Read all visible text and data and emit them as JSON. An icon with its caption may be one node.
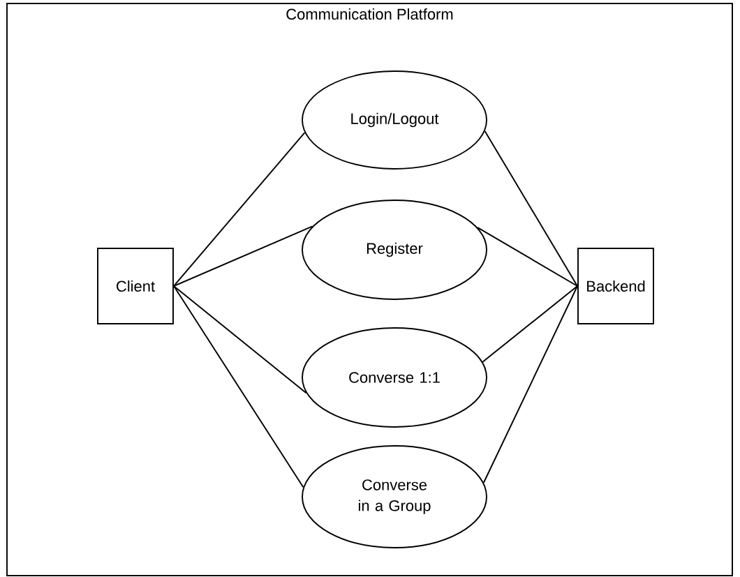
{
  "diagram": {
    "nodes": [
      {
        "text": [
          "Communication Platform"
        ]
      },
      {
        "text": [
          "Client"
        ],
        "in": 0
      },
      {
        "text": [
          "Login/Logout"
        ],
        "in": 0
      },
      {
        "text": [
          "Register"
        ],
        "in": 0
      },
      {
        "text": [
          "Converse 1:1"
        ],
        "in": 0
      },
      {
        "text": [
          "Converse in a Group"
        ],
        "in": 0
      },
      {
        "text": [
          "Backend"
        ],
        "in": 0
      }
    ],
    "edges": [
      {
        "from": 1,
        "to": 2,
        "arrow": "none"
      },
      {
        "from": 1,
        "to": 3,
        "arrow": "none"
      },
      {
        "from": 1,
        "to": 4,
        "arrow": "none"
      },
      {
        "from": 1,
        "to": 5,
        "arrow": "none"
      },
      {
        "from": 2,
        "to": 6,
        "arrow": "none"
      },
      {
        "from": 3,
        "to": 6,
        "arrow": "none"
      },
      {
        "from": 4,
        "to": 6,
        "arrow": "none"
      },
      {
        "from": 5,
        "to": 6,
        "arrow": "none"
      }
    ]
  }
}
